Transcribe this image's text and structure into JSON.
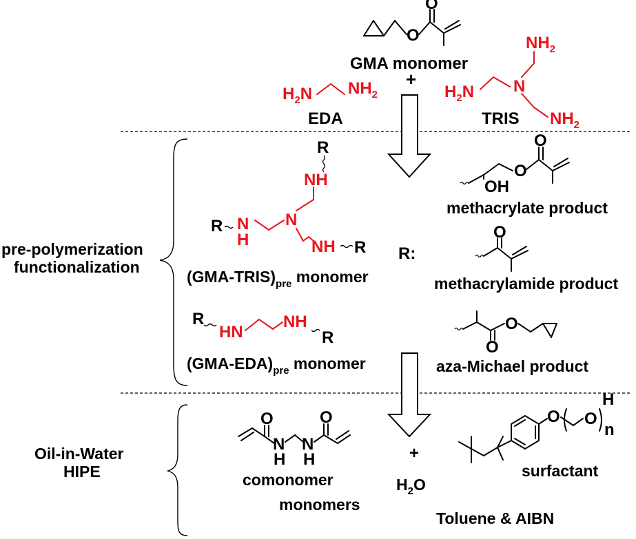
{
  "labels": {
    "gma_monomer": "GMA monomer",
    "plus_top": "+",
    "eda": "EDA",
    "tris": "TRIS",
    "r_colon": "R:",
    "methacrylate_product": "methacrylate product",
    "methacrylamide_product": "methacrylamide product",
    "aza_michael_product": "aza-Michael product",
    "gma_tris_prefix": "(GMA-TRIS)",
    "gma_tris_sub": "pre",
    "gma_tris_suffix": " monomer",
    "gma_eda_prefix": "(GMA-EDA)",
    "gma_eda_sub": "pre",
    "gma_eda_suffix": " monomer",
    "section_pre_line1": "pre-polymerization",
    "section_pre_line2": "functionalization",
    "section_hipe_line1": "Oil-in-Water",
    "section_hipe_line2": "HIPE",
    "comonomer": "comonomer",
    "monomers": "monomers",
    "plus_bottom": "+",
    "water": "H",
    "water_sub": "2",
    "water_o": "O",
    "surfactant": "surfactant",
    "toluene_aibn": "Toluene & AIBN"
  },
  "atoms": {
    "o": "O",
    "oh": "OH",
    "n": "N",
    "nh": "NH",
    "hn": "HN",
    "h": "H",
    "r": "R",
    "h2": "H",
    "nh2": "NH",
    "sub2": "2",
    "n_sub": "n"
  },
  "colors": {
    "amine_red": "#e8141b",
    "ink": "#000000"
  }
}
